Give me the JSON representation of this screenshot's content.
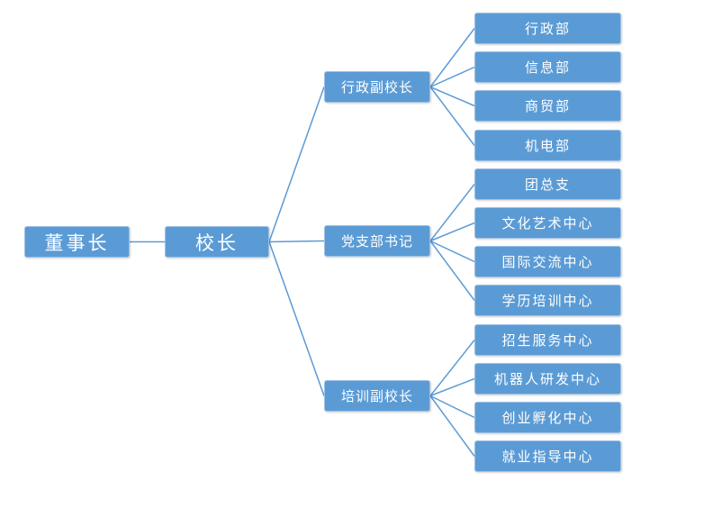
{
  "colors": {
    "node_fill": "#5b9bd5",
    "connector": "#5b9bd5"
  },
  "root": {
    "label": "董事长",
    "children": [
      {
        "label": "校长",
        "children": [
          {
            "label": "行政副校长",
            "children": [
              {
                "label": "行政部"
              },
              {
                "label": "信息部"
              },
              {
                "label": "商贸部"
              },
              {
                "label": "机电部"
              }
            ]
          },
          {
            "label": "党支部书记",
            "children": [
              {
                "label": "团总支"
              },
              {
                "label": "文化艺术中心"
              },
              {
                "label": "国际交流中心"
              },
              {
                "label": "学历培训中心"
              }
            ]
          },
          {
            "label": "培训副校长",
            "children": [
              {
                "label": "招生服务中心"
              },
              {
                "label": "机器人研发中心"
              },
              {
                "label": "创业孵化中心"
              },
              {
                "label": "就业指导中心"
              }
            ]
          }
        ]
      }
    ]
  }
}
